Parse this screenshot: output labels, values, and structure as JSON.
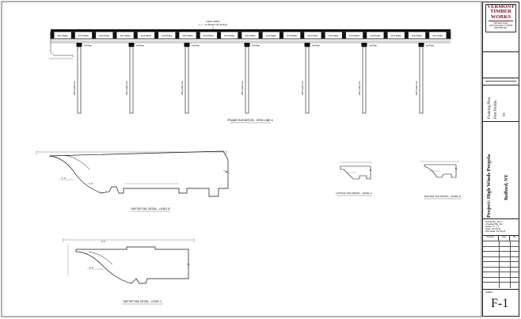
{
  "drawing": {
    "frame_elevation": {
      "title": "FRAME ELEVATION - GRID LINE A",
      "top_note_line1": "Lattice Rafter",
      "top_note_line2": "(—— on Beams @ Spring)",
      "rafter_labels": [
        "3x12 Rafter",
        "3x12 Rafter",
        "3x12 Rafter",
        "3x12 Rafter",
        "3x12 Rafter",
        "3x12 Rafter",
        "3x12 Rafter",
        "3x12 Rafter",
        "3x12 Rafter",
        "3x12 Rafter",
        "3x12 Rafter",
        "3x12 Rafter",
        "3x12 Rafter",
        "3x12 Rafter",
        "3x12 Rafter",
        "3x12 Rafter",
        "3x12 Rafter",
        "3x12 Rafter",
        "3x12 Rafter"
      ],
      "beam_labels": [
        "4x4 Plate",
        "4x4 Plate",
        "4x4 Plate",
        "4x4 Plate",
        "4x4 Plate",
        "4x4 Plate",
        "4x4 Plate"
      ],
      "post_labels": [
        "8X8 Cedar Post",
        "8X8 Cedar Post",
        "8X8 Cedar Post",
        "8X8 Cedar Post",
        "8X8 Cedar Post",
        "8X8 Cedar Post",
        "8X8 Cedar Post"
      ]
    },
    "details": {
      "rafter_tail_b": "RAFTER TAIL DETAIL - LEVEL B",
      "lattice_tail_a": "LATTICE TAIL DETAIL - LEVEL A",
      "rafter_tail_d": "RAFTER TAIL DETAIL - LEVEL D",
      "rafter_tail_c": "RAFTER TAIL DETAIL - LEVEL C"
    },
    "dims": {
      "r1": "1' 4\"",
      "r2": "2' 0\"",
      "r3": "5' 4\"",
      "r4": "3' 2\""
    }
  },
  "title_block": {
    "logo_lines": [
      "VERMONT",
      "TIMBER",
      "WORKS"
    ],
    "company_lines": [
      "68 Parker Road",
      "North Springfield, VT 05150",
      "(802) 886-1917"
    ],
    "sheet_title_lines": [
      "Framing Plan",
      "Post Profile"
    ],
    "sheet_note": "FE",
    "project": "Project: High Winds Pergola",
    "location": "Bedford, NY",
    "info_lines": [
      "Drawn By: JD-L",
      "Checked By: DL",
      "Scale: 1″ = 1'",
      "Date: 01.06.21",
      "Plot Date: 01.06.21"
    ],
    "revision_headers": [
      "Revision",
      "Date",
      "By"
    ],
    "sheet_label": "SHEET",
    "sheet_number": "F-1"
  }
}
